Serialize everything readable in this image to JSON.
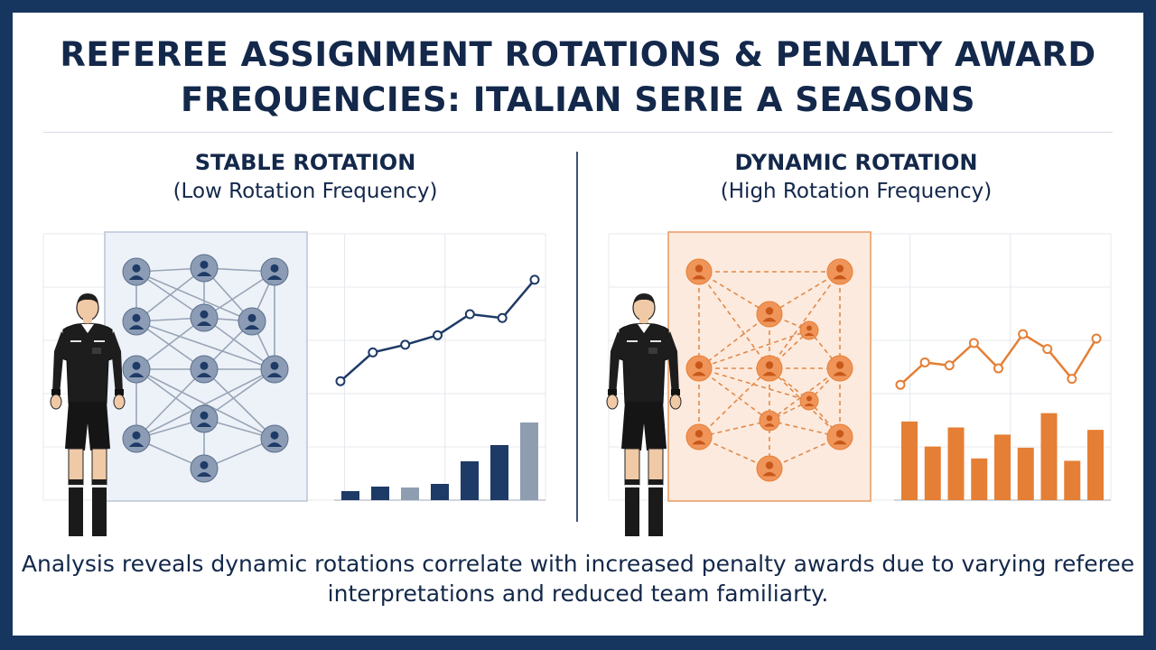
{
  "title": "REFEREE ASSIGNMENT ROTATIONS & PENALTY AWARD FREQUENCIES: ITALIAN SERIE A SEASONS",
  "panels": {
    "stable": {
      "heading": "STABLE ROTATION",
      "subheading": "(Low Rotation Frequency)",
      "accent_color": "#1e3a66",
      "muted_color": "#8f9db1",
      "line_values": [
        0.15,
        0.3,
        0.34,
        0.39,
        0.5,
        0.48,
        0.68
      ],
      "bar_values": [
        0.1,
        0.15,
        0.14,
        0.18,
        0.43,
        0.61,
        0.86
      ]
    },
    "dynamic": {
      "heading": "DYNAMIC ROTATION",
      "subheading": "(High Rotation Frequency)",
      "accent_color": "#e57f35",
      "line_values": [
        0.32,
        0.47,
        0.45,
        0.6,
        0.43,
        0.66,
        0.56,
        0.36,
        0.63
      ],
      "bar_values": [
        0.66,
        0.45,
        0.61,
        0.35,
        0.55,
        0.44,
        0.73,
        0.33,
        0.59
      ]
    }
  },
  "caption": "Analysis reveals dynamic rotations correlate with increased penalty awards due to varying referee interpretations and reduced team familiarty."
}
